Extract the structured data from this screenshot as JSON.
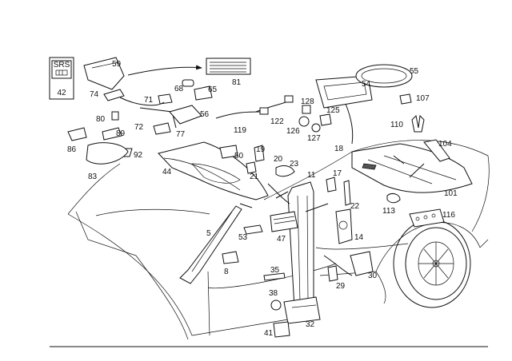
{
  "srs_box": {
    "text": "SRS",
    "number": "42"
  },
  "callouts": [
    "59",
    "81",
    "68",
    "65",
    "74",
    "71",
    "56",
    "80",
    "72",
    "77",
    "86",
    "89",
    "92",
    "83",
    "119",
    "122",
    "54",
    "55",
    "107",
    "128",
    "125",
    "126",
    "127",
    "110",
    "104",
    "18",
    "19",
    "20",
    "50",
    "44",
    "21",
    "23",
    "11",
    "17",
    "101",
    "22",
    "113",
    "116",
    "5",
    "53",
    "47",
    "14",
    "8",
    "35",
    "29",
    "30",
    "38",
    "32",
    "41"
  ],
  "colors": {
    "ink": "#111111",
    "background": "#ffffff"
  }
}
